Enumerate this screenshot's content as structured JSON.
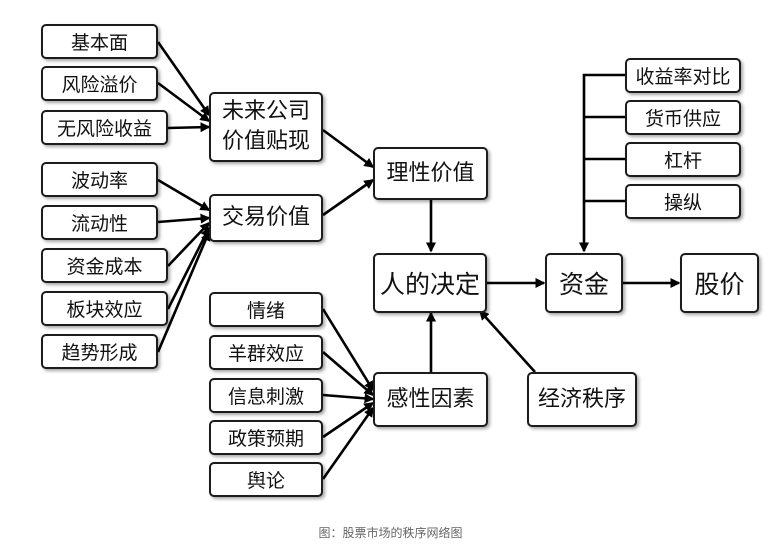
{
  "nodes": {
    "fundamentals": "基本面",
    "risk_premium": "风险溢价",
    "risk_free_yield": "无风险收益",
    "volatility": "波动率",
    "liquidity": "流动性",
    "capital_cost": "资金成本",
    "sector_effect": "板块效应",
    "trend_forming": "趋势形成",
    "future_company_line1": "未来公司",
    "future_company_line2": "价值贴现",
    "trading_value": "交易价值",
    "rational_value": "理性价值",
    "human_decision": "人的决定",
    "emotion": "情绪",
    "herd_effect": "羊群效应",
    "info_stimulus": "信息刺激",
    "policy_expectation": "政策预期",
    "public_opinion": "舆论",
    "perceptual_factors": "感性因素",
    "economic_order": "经济秩序",
    "capital": "资金",
    "stock_price": "股价",
    "return_comparison": "收益率对比",
    "money_supply": "货币供应",
    "leverage": "杠杆",
    "manipulation": "操纵"
  },
  "caption": "图：股票市场的秩序网络图"
}
